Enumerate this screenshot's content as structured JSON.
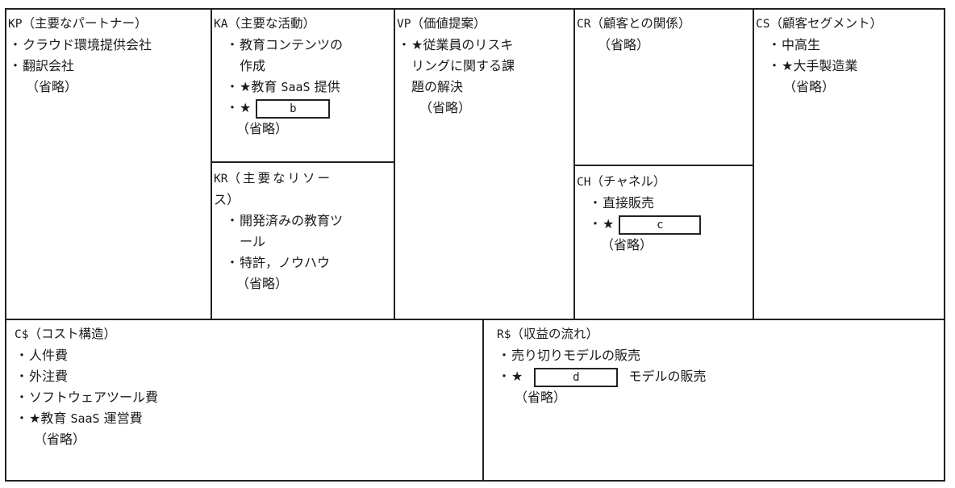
{
  "kp": {
    "code": "KP",
    "title": "（主要なパートナー）",
    "items": [
      "クラウド環境提供会社",
      "翻訳会社"
    ],
    "omit": "（省略）"
  },
  "ka": {
    "code": "KA",
    "title": "（主要な活動）",
    "item1a": "教育コンテンツの",
    "item1b": "作成",
    "item2_prefix": "★教育",
    "item2_saas": "SaaS",
    "item2_suffix": "提供",
    "item3_star": "★",
    "blank": "b",
    "omit": "（省略）"
  },
  "kr": {
    "code": "KR",
    "title_a": "（主要なリソー",
    "title_b": "ス）",
    "item1a": "開発済みの教育ツ",
    "item1b": "ール",
    "item2": "特許，ノウハウ",
    "omit": "（省略）"
  },
  "vp": {
    "code": "VP",
    "title": "（価値提案）",
    "line1": "★従業員のリスキ",
    "line2": "リングに関する課",
    "line3": "題の解決",
    "omit": "（省略）"
  },
  "cr": {
    "code": "CR",
    "title": "（顧客との関係）",
    "omit": "（省略）"
  },
  "ch": {
    "code": "CH",
    "title": "（チャネル）",
    "item1": "直接販売",
    "item2_star": "★",
    "blank": "c",
    "omit": "（省略）"
  },
  "cs": {
    "code": "CS",
    "title": "（顧客セグメント）",
    "item1": "中高生",
    "item2": "★大手製造業",
    "omit": "（省略）"
  },
  "cost": {
    "code": "C$",
    "title": "（コスト構造）",
    "items": [
      "人件費",
      "外注費",
      "ソフトウェアツール費"
    ],
    "item4_prefix": "★教育",
    "item4_saas": "SaaS",
    "item4_suffix": "運営費",
    "omit": "（省略）"
  },
  "revenue": {
    "code": "R$",
    "title": "（収益の流れ）",
    "item1": "売り切りモデルの販売",
    "item2_star": "★",
    "blank": "d",
    "item2_suffix": "モデルの販売",
    "omit": "（省略）"
  },
  "bullet": "・"
}
